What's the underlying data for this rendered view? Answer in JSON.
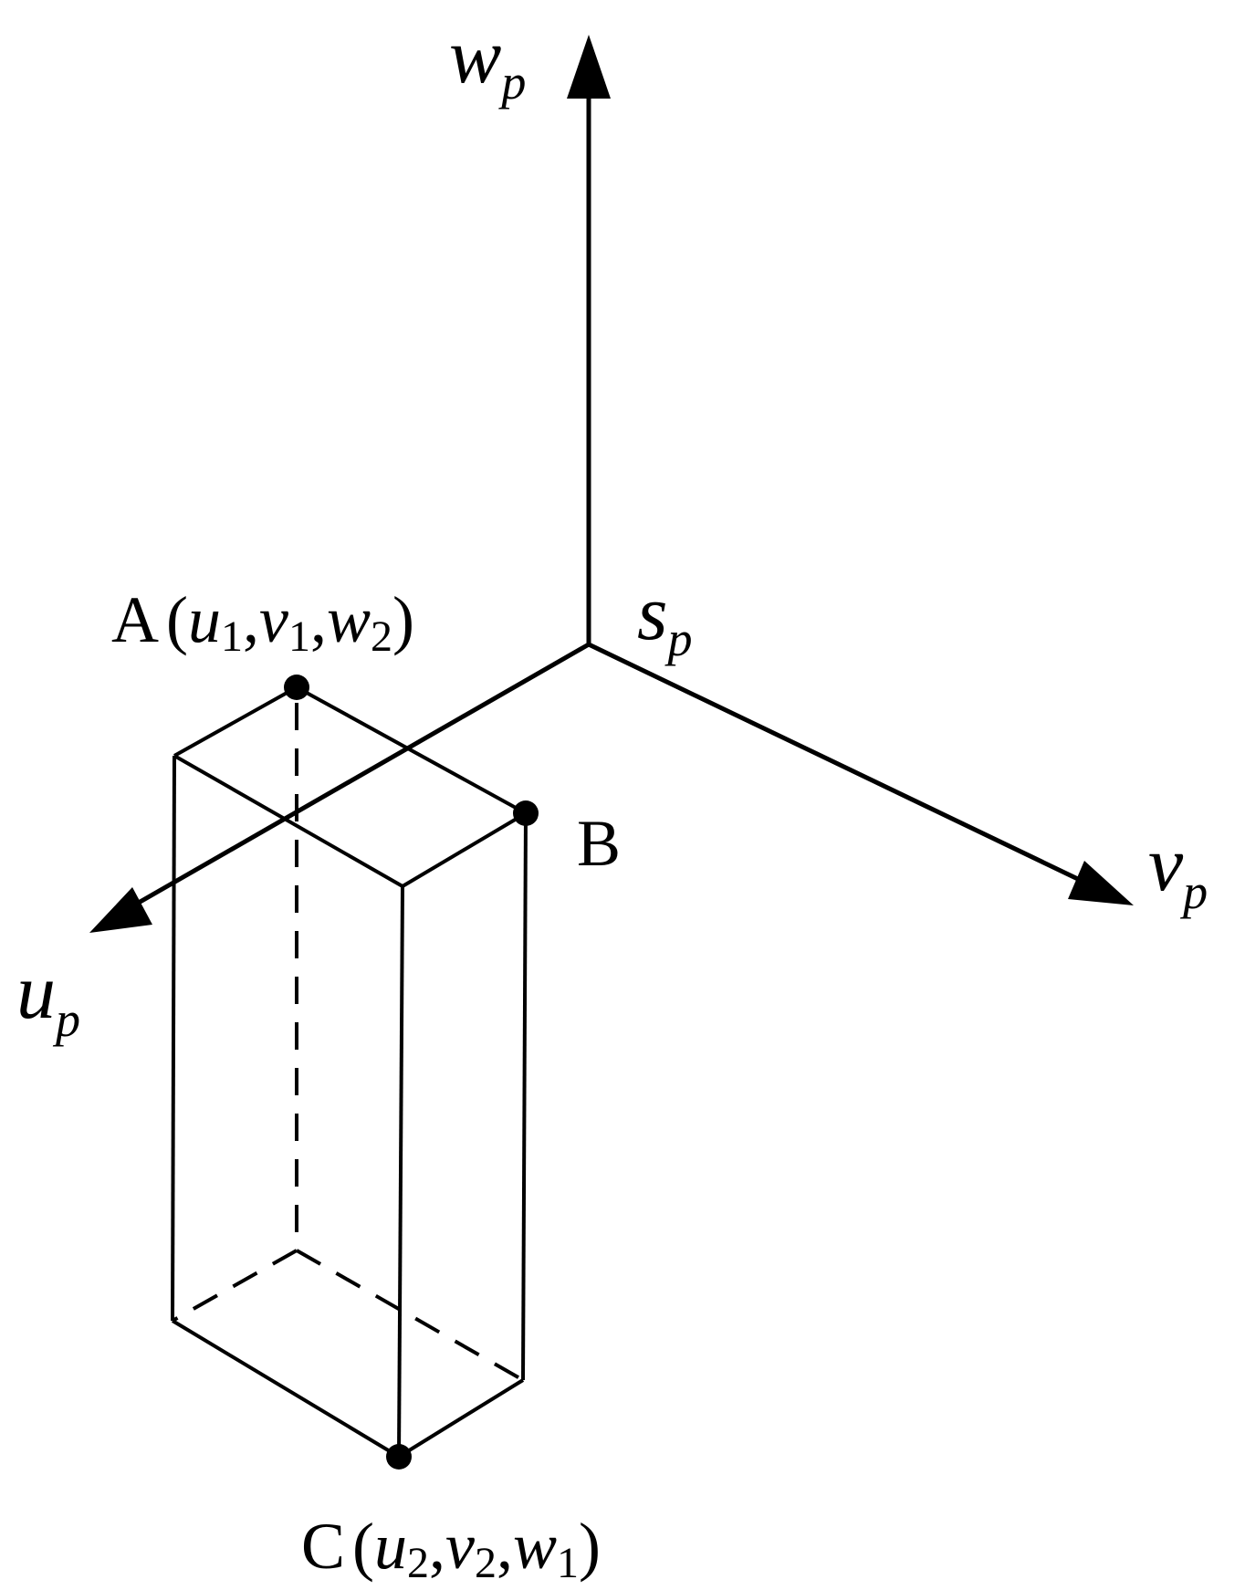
{
  "axes": {
    "w": {
      "letter": "w",
      "sub": "p",
      "direction": "up"
    },
    "v": {
      "letter": "v",
      "sub": "p",
      "direction": "right-down"
    },
    "u": {
      "letter": "u",
      "sub": "p",
      "direction": "left-down"
    },
    "origin": {
      "letter": "s",
      "sub": "p"
    }
  },
  "points": {
    "A": {
      "name": "A",
      "open": "(",
      "c1": "u",
      "s1": "1",
      "c2": "v",
      "s2": "1",
      "c3": "w",
      "s3": "2",
      "close": ")",
      "comma": ","
    },
    "B": {
      "name": "B"
    },
    "C": {
      "name": "C",
      "open": "(",
      "c1": "u",
      "s1": "2",
      "c2": "v",
      "s2": "2",
      "c3": "w",
      "s3": "1",
      "close": ")",
      "comma": ","
    }
  },
  "colors": {
    "ink": "#000000",
    "background": "#ffffff"
  }
}
